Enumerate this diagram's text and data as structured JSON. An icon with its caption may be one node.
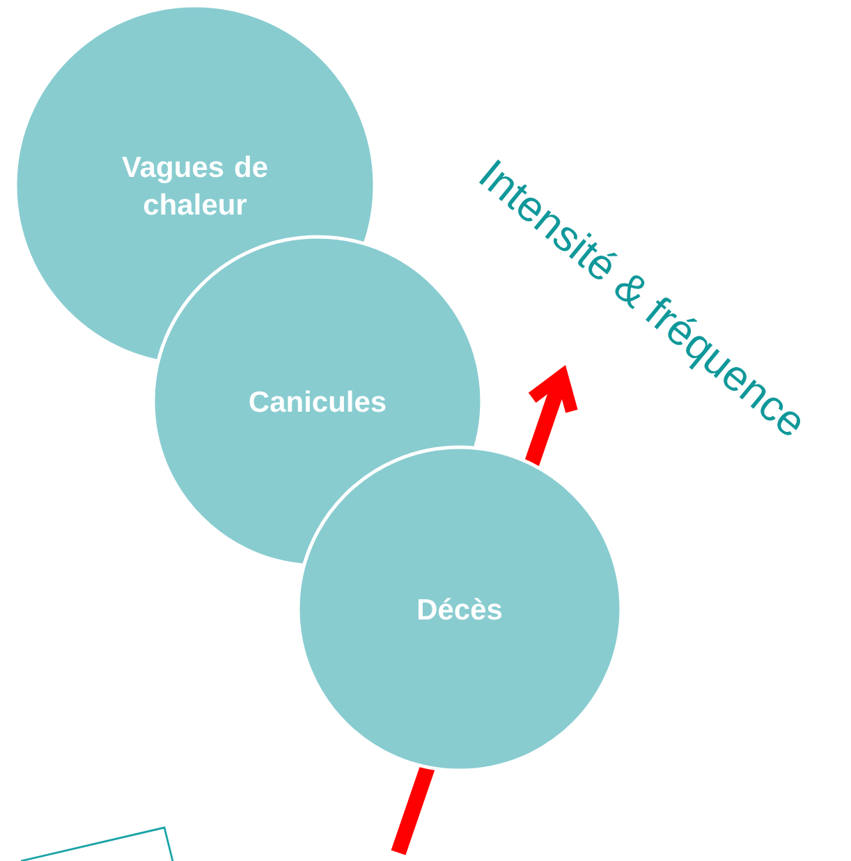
{
  "diagram": {
    "nodes": [
      {
        "text": [
          "Vagues de chaleur"
        ]
      },
      {
        "text": [
          "Canicules"
        ]
      },
      {
        "text": [
          "Décès"
        ]
      }
    ],
    "labels": [
      "Intensité & fréquence"
    ]
  }
}
